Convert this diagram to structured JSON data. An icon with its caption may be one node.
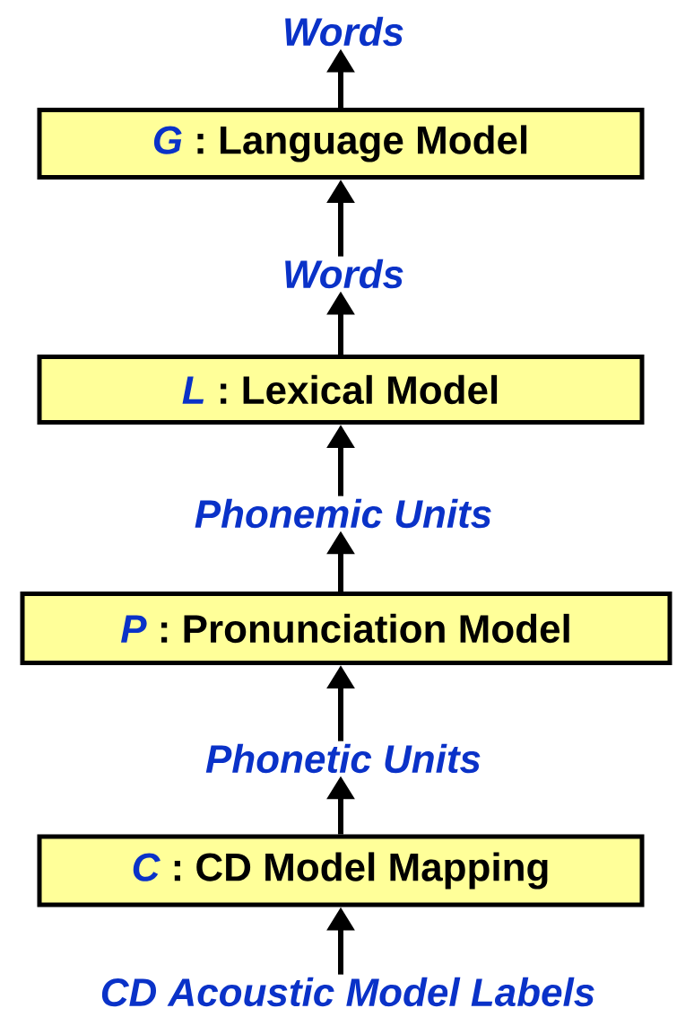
{
  "diagram": {
    "nodes": [
      {
        "text": [
          "Words"
        ]
      },
      {
        "text": [
          "G",
          ": Language Model"
        ]
      },
      {
        "text": [
          "Words"
        ]
      },
      {
        "text": [
          "L",
          ": Lexical Model"
        ]
      },
      {
        "text": [
          "Phonemic Units"
        ]
      },
      {
        "text": [
          "P",
          ": Pronunciation Model"
        ]
      },
      {
        "text": [
          "Phonetic Units"
        ]
      },
      {
        "text": [
          "C",
          ": CD Model Mapping"
        ]
      },
      {
        "text": [
          "CD Acoustic Model Labels"
        ]
      }
    ],
    "edges": [
      {
        "from": 8,
        "to": 7,
        "arrow": "to"
      },
      {
        "from": 7,
        "to": 6,
        "arrow": "to"
      },
      {
        "from": 6,
        "to": 5,
        "arrow": "to"
      },
      {
        "from": 5,
        "to": 4,
        "arrow": "to"
      },
      {
        "from": 4,
        "to": 3,
        "arrow": "to"
      },
      {
        "from": 3,
        "to": 2,
        "arrow": "to"
      },
      {
        "from": 2,
        "to": 1,
        "arrow": "to"
      },
      {
        "from": 1,
        "to": 0,
        "arrow": "to"
      }
    ]
  }
}
